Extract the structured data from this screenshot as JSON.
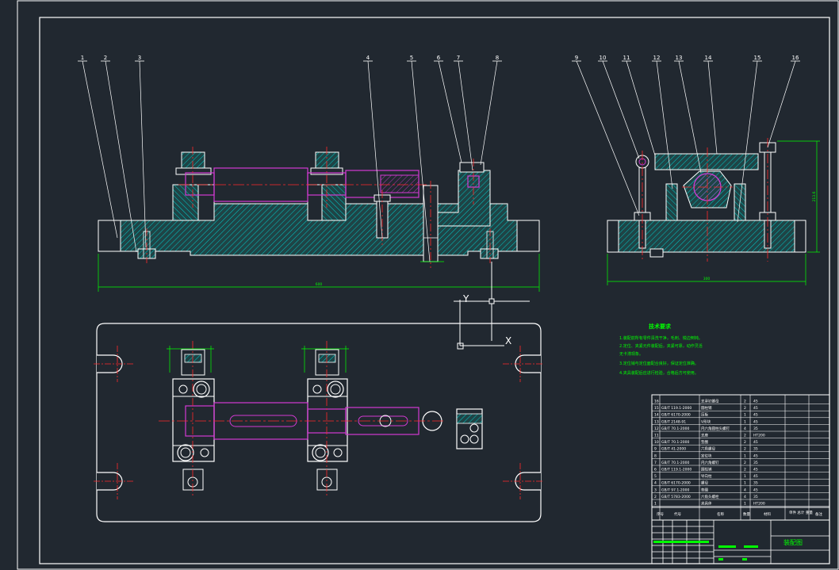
{
  "colors": {
    "background": "#212830",
    "outline": "#ffffff",
    "hatch": "#00c8c8",
    "centerline": "#ff2a2a",
    "workpiece": "#d23ad2",
    "dimension": "#00ff00"
  },
  "front_view": {
    "callouts": [
      "1",
      "2",
      "3",
      "4",
      "5",
      "6",
      "7",
      "8"
    ],
    "overall_dimension": "600"
  },
  "side_view": {
    "callouts": [
      "9",
      "10",
      "11",
      "12",
      "13",
      "14",
      "15",
      "16"
    ],
    "width_dimension": "300",
    "height_dimension": "213.6"
  },
  "ucs": {
    "y_label": "Y",
    "x_label": "X"
  },
  "technical_requirements": {
    "title": "技术要求",
    "lines": [
      "1.装配前所有零件清洗干净，毛刺、锐边倒钝。",
      "2.定位、夹紧元件装配后，夹紧可靠，动作灵活",
      "  无卡滞现象。",
      "3.定位销与定位面配合良好，保证定位准确。",
      "4.夹具装配后应进行检验，合格后方可使用。"
    ]
  },
  "parts_list": {
    "headers": [
      "序号",
      "代号",
      "名称",
      "数量",
      "材料",
      "单件 总计 重量",
      "备注"
    ],
    "rows": [
      {
        "no": "16",
        "code": "",
        "name": "支承钉螺母",
        "qty": "2",
        "mat": "45"
      },
      {
        "no": "15",
        "code": "GB/T 119.1-2000",
        "name": "圆柱销",
        "qty": "2",
        "mat": "45"
      },
      {
        "no": "14",
        "code": "GB/T 6170-2000",
        "name": "压板",
        "qty": "1",
        "mat": "45"
      },
      {
        "no": "13",
        "code": "GB/T 2148-91",
        "name": "V形块",
        "qty": "1",
        "mat": "45"
      },
      {
        "no": "12",
        "code": "GB/T 70.1-2000",
        "name": "内六角圆柱头螺钉",
        "qty": "4",
        "mat": "35"
      },
      {
        "no": "11",
        "code": "",
        "name": "支座",
        "qty": "2",
        "mat": "HT200"
      },
      {
        "no": "10",
        "code": "GB/T 70.1-2000",
        "name": "垫圈",
        "qty": "2",
        "mat": "45"
      },
      {
        "no": "9",
        "code": "GB/T 41-2000",
        "name": "六角螺母",
        "qty": "2",
        "mat": "35"
      },
      {
        "no": "8",
        "code": "",
        "name": "定位块",
        "qty": "1",
        "mat": "45"
      },
      {
        "no": "7",
        "code": "GB/T 70.1-2000",
        "name": "内六角螺钉",
        "qty": "2",
        "mat": "35"
      },
      {
        "no": "6",
        "code": "GB/T 119.1-2000",
        "name": "圆柱销",
        "qty": "2",
        "mat": "45"
      },
      {
        "no": "5",
        "code": "",
        "name": "导向柱",
        "qty": "1",
        "mat": "45"
      },
      {
        "no": "4",
        "code": "GB/T 6170-2000",
        "name": "螺母",
        "qty": "1",
        "mat": "35"
      },
      {
        "no": "3",
        "code": "GB/T 97.1-2000",
        "name": "垫圈",
        "qty": "4",
        "mat": "45"
      },
      {
        "no": "2",
        "code": "GB/T 5783-2000",
        "name": "六角头螺栓",
        "qty": "4",
        "mat": "35"
      },
      {
        "no": "1",
        "code": "",
        "name": "夹具体",
        "qty": "1",
        "mat": "HT200"
      }
    ]
  },
  "title_block": {
    "drawing_name": "装配图"
  }
}
